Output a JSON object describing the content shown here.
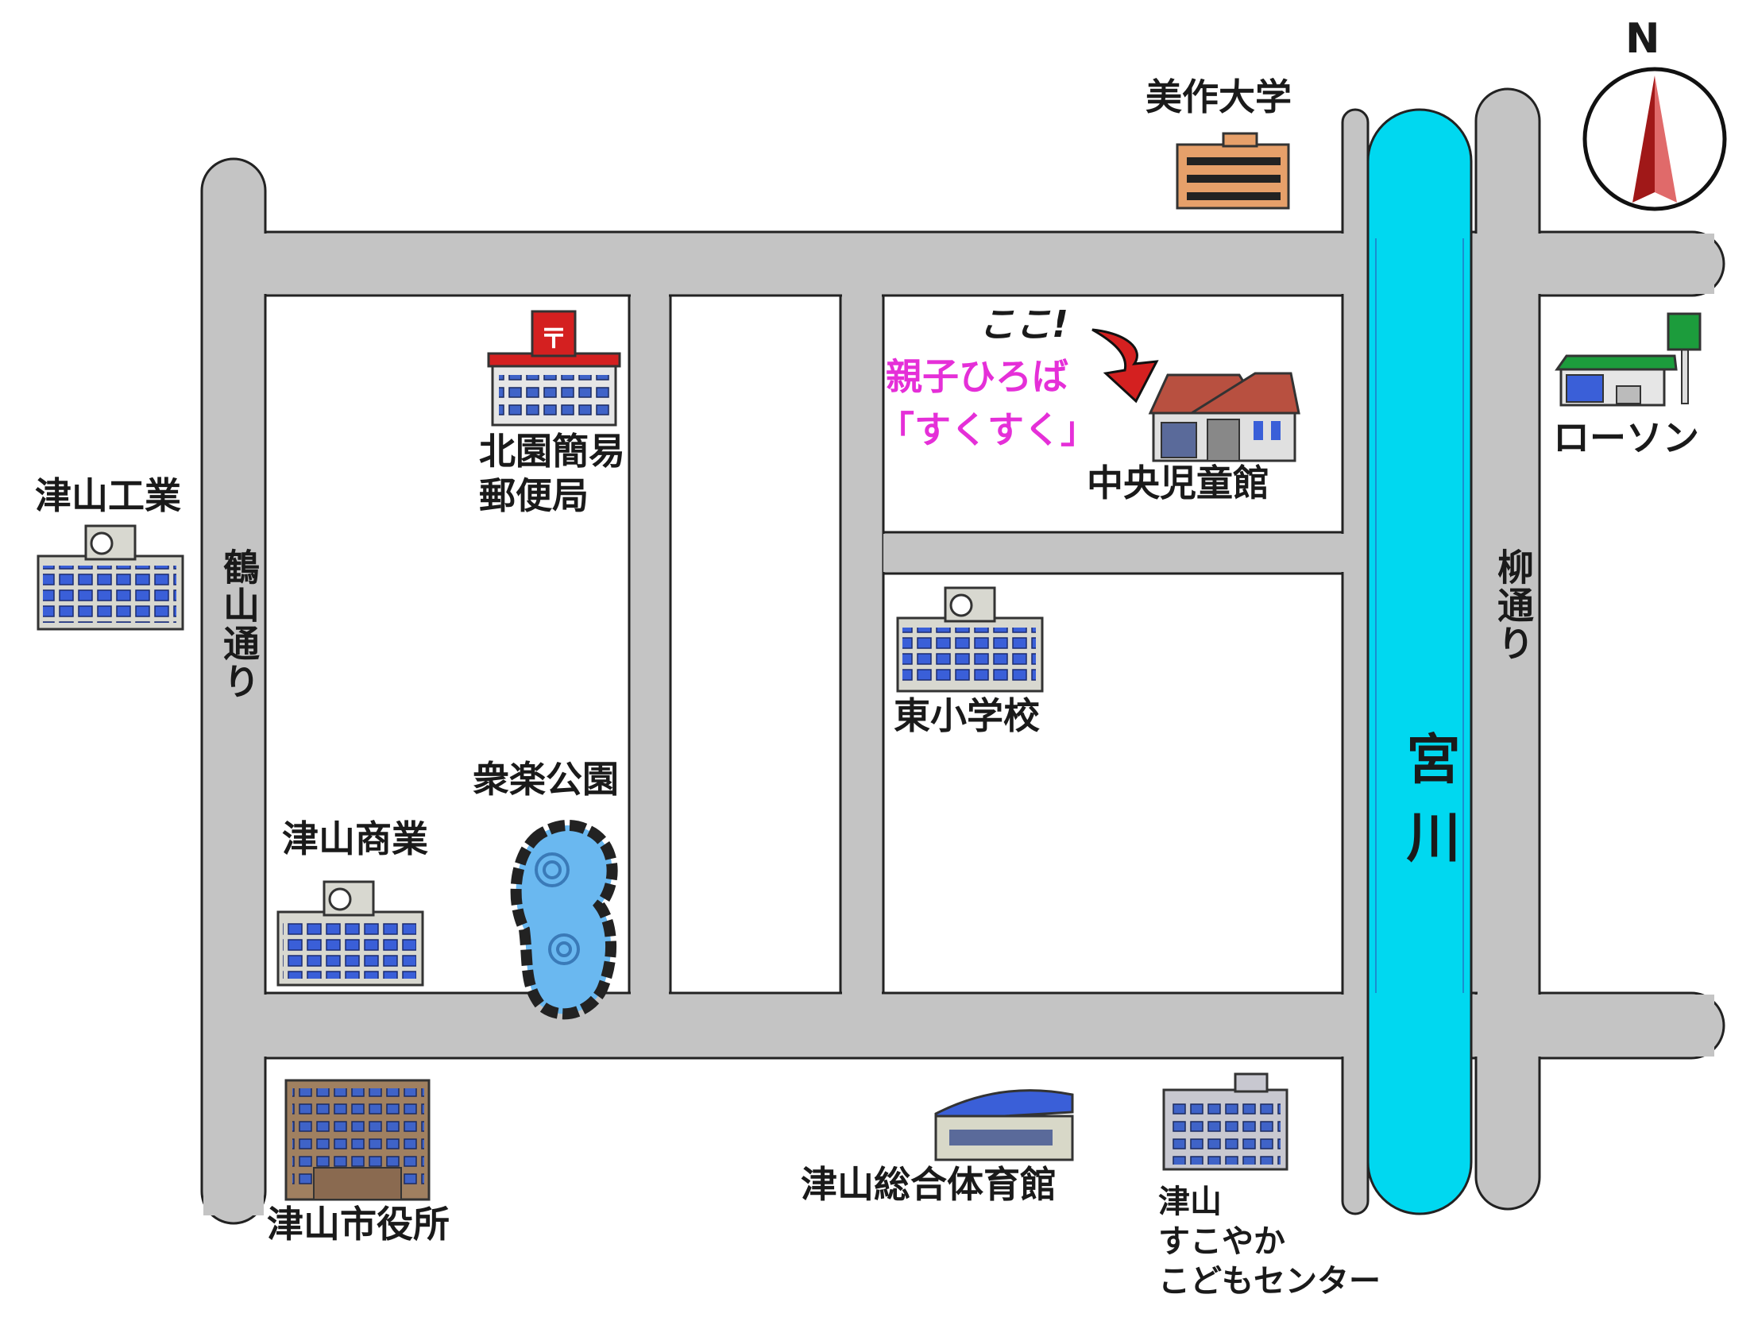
{
  "map": {
    "compass": {
      "label": "N"
    },
    "landmarks": {
      "mimasaka_univ": "美作大学",
      "tsuyama_kogyo": "津山工業",
      "post_office_line1": "北園簡易",
      "post_office_line2": "郵便局",
      "koko": "ここ!",
      "oyako_line1": "親子ひろば",
      "oyako_line2": "「すくすく」",
      "chuo_jidokan": "中央児童館",
      "lawson": "ローソン",
      "higashi_school": "東小学校",
      "shuraku_park": "衆楽公園",
      "tsuyama_shogyo": "津山商業",
      "city_hall": "津山市役所",
      "gym": "津山総合体育館",
      "center_line1": "津山",
      "center_line2": "すこやか",
      "center_line3": "こどもセンター"
    },
    "roads": {
      "kakuzan": "鶴山通り",
      "yanagi": "柳通り"
    },
    "river": {
      "name": "宮川"
    },
    "colors": {
      "road": "#c4c4c4",
      "river": "#00d8f0",
      "highlight_text": "#e52fd8",
      "arrow": "#d42020",
      "compass_needle": "#c23030"
    }
  }
}
